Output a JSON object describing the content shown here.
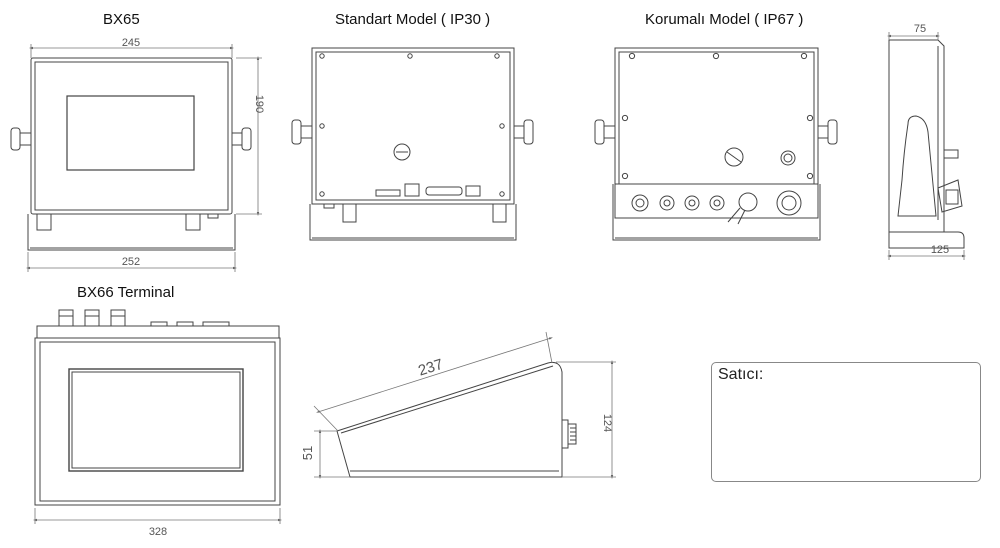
{
  "titles": {
    "bx65": "BX65",
    "standard": "Standart Model ( IP30 )",
    "protected": "Korumalı Model  ( IP67 )",
    "bx66": "BX66 Terminal"
  },
  "dimensions": {
    "bx65_width_top": "245",
    "bx65_height": "190",
    "bx65_width_bottom": "252",
    "side_depth_top": "75",
    "side_depth_bottom": "125",
    "bx66_width": "328",
    "bx66_length": "237",
    "bx66_height_front": "51",
    "bx66_height_back": "124"
  },
  "seller": {
    "label": "Satıcı:"
  }
}
